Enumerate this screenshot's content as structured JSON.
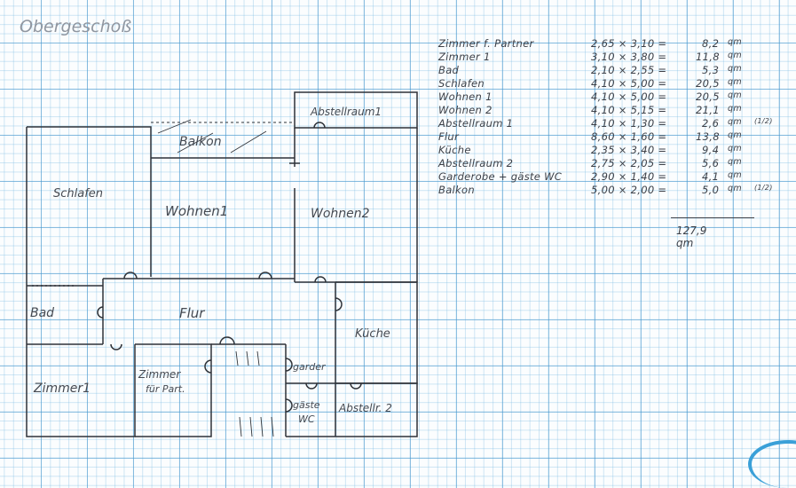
{
  "title": "Obergeschoß",
  "rooms": {
    "schlafen": "Schlafen",
    "balkon": "Balkon",
    "abstellraum1": "Abstellraum1",
    "wohnen1": "Wohnen1",
    "wohnen2": "Wohnen2",
    "bad": "Bad",
    "flur": "Flur",
    "kueche": "Küche",
    "zimmer1": "Zimmer1",
    "zimmer_part_1": "Zimmer",
    "zimmer_part_2": "für Part.",
    "garder": "garder",
    "gaeste_1": "gäste",
    "gaeste_2": "WC",
    "abstellr2": "Abstellr. 2"
  },
  "calculation": {
    "rows": [
      {
        "name": "Zimmer f. Partner",
        "dims": "2,65 × 3,10 =",
        "area": "8,2",
        "unit": "qm",
        "note": ""
      },
      {
        "name": "Zimmer 1",
        "dims": "3,10 × 3,80 =",
        "area": "11,8",
        "unit": "qm",
        "note": ""
      },
      {
        "name": "Bad",
        "dims": "2,10 × 2,55 =",
        "area": "5,3",
        "unit": "qm",
        "note": ""
      },
      {
        "name": "Schlafen",
        "dims": "4,10 × 5,00 =",
        "area": "20,5",
        "unit": "qm",
        "note": ""
      },
      {
        "name": "Wohnen 1",
        "dims": "4,10 × 5,00 =",
        "area": "20,5",
        "unit": "qm",
        "note": ""
      },
      {
        "name": "Wohnen 2",
        "dims": "4,10 × 5,15 =",
        "area": "21,1",
        "unit": "qm",
        "note": ""
      },
      {
        "name": "Abstellraum 1",
        "dims": "4,10 × 1,30 =",
        "area": "2,6",
        "unit": "qm",
        "note": "(1/2)"
      },
      {
        "name": "Flur",
        "dims": "8,60 × 1,60 =",
        "area": "13,8",
        "unit": "qm",
        "note": ""
      },
      {
        "name": "Küche",
        "dims": "2,35 × 3,40 =",
        "area": "9,4",
        "unit": "qm",
        "note": ""
      },
      {
        "name": "Abstellraum 2",
        "dims": "2,75 × 2,05 =",
        "area": "5,6",
        "unit": "qm",
        "note": ""
      },
      {
        "name": "Garderobe + gäste WC",
        "dims": "2,90 × 1,40 =",
        "area": "4,1",
        "unit": "qm",
        "note": ""
      },
      {
        "name": "Balkon",
        "dims": "5,00 × 2,00 =",
        "area": "5,0",
        "unit": "qm",
        "note": "(1/2)"
      }
    ],
    "total": "127,9 qm"
  }
}
